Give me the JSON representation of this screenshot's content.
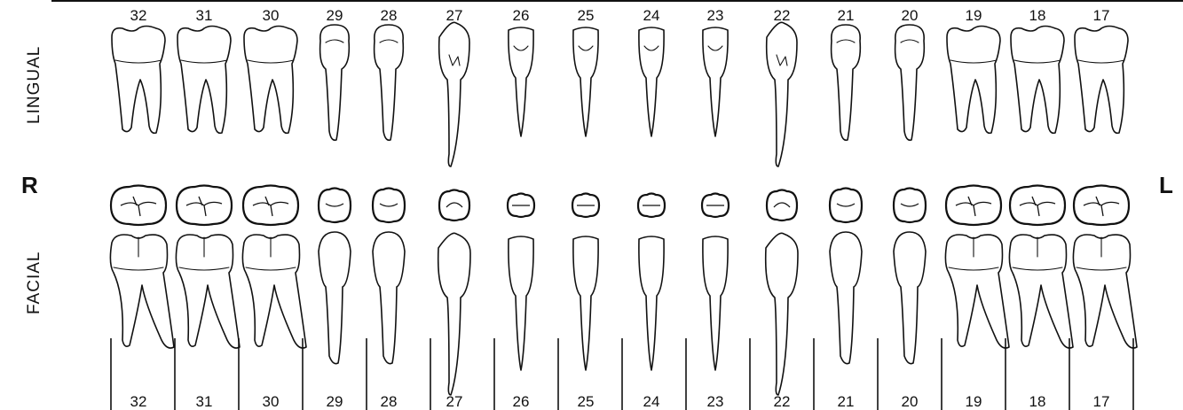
{
  "labels": {
    "lingual": "LINGUAL",
    "facial": "FACIAL",
    "right": "R",
    "left": "L"
  },
  "teeth": [
    {
      "number": "32",
      "type": "molar"
    },
    {
      "number": "31",
      "type": "molar"
    },
    {
      "number": "30",
      "type": "molar"
    },
    {
      "number": "29",
      "type": "premolar"
    },
    {
      "number": "28",
      "type": "premolar"
    },
    {
      "number": "27",
      "type": "canine"
    },
    {
      "number": "26",
      "type": "incisor"
    },
    {
      "number": "25",
      "type": "incisor"
    },
    {
      "number": "24",
      "type": "incisor"
    },
    {
      "number": "23",
      "type": "incisor"
    },
    {
      "number": "22",
      "type": "canine"
    },
    {
      "number": "21",
      "type": "premolar"
    },
    {
      "number": "20",
      "type": "premolar"
    },
    {
      "number": "19",
      "type": "molar"
    },
    {
      "number": "18",
      "type": "molar"
    },
    {
      "number": "17",
      "type": "molar"
    }
  ]
}
